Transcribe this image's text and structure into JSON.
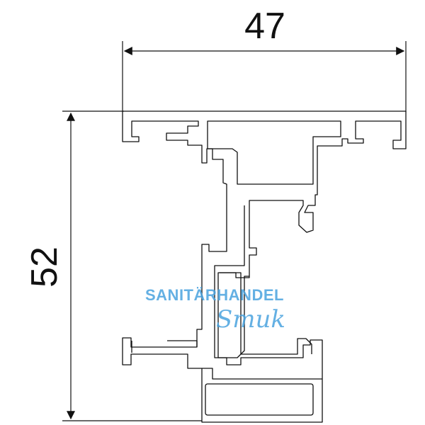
{
  "drawing": {
    "dimension_width": "47",
    "dimension_height": "52",
    "line_color": "#111111",
    "watermark_color": "#4aa3df"
  },
  "watermark": {
    "line1": "SANITÄRHANDEL",
    "line2": "Smuk"
  }
}
